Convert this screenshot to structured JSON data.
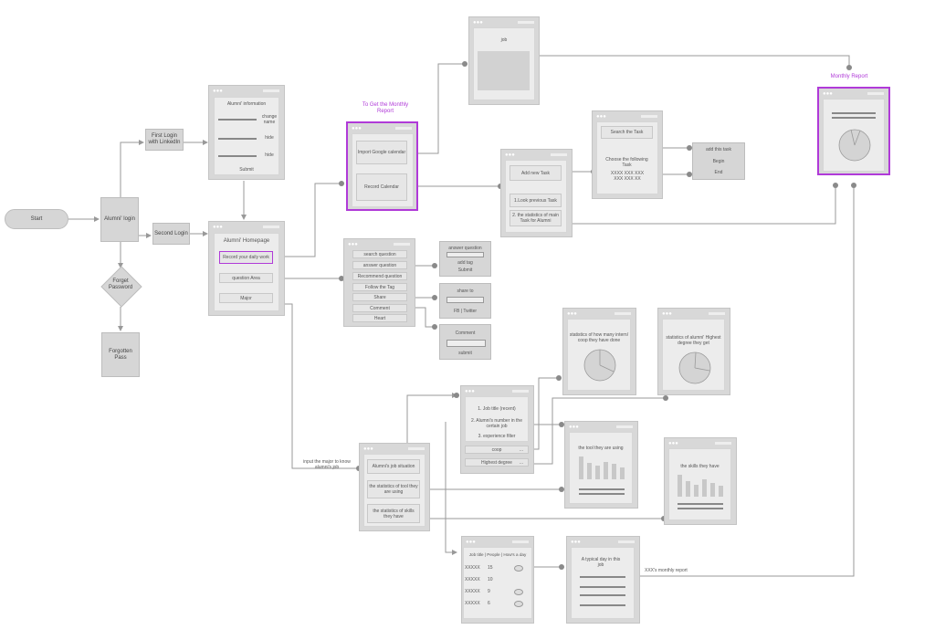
{
  "flow": {
    "start": "Start",
    "alumni_login": "Alumni' login",
    "first_login": "First Login with LinkedIn",
    "second_login": "Second Login",
    "forget_password": "Forget Password",
    "forgotten_pass": "Forgotten Pass"
  },
  "alumni_info": {
    "title": "Alumni' information",
    "rows": [
      "change name",
      "hide",
      "hide"
    ],
    "submit": "Submit"
  },
  "homepage": {
    "title": "Alumni' Homepage",
    "record": "Record your daily work",
    "question_area": "question Area",
    "major": "Major"
  },
  "monthly_get": {
    "label": "To Get the Monthly Report",
    "import": "Import Google calendar",
    "record": "Record Calendar"
  },
  "job": {
    "title": "job"
  },
  "monthly_report": {
    "label": "Monthly Report"
  },
  "task": {
    "add_new": "Add new Task",
    "look_previous": "1.Look previous Task",
    "statistics": "2. the statistics of main Task for Alumni"
  },
  "search_task": {
    "search": "Search the Task",
    "choose": "Choose the following Task",
    "codes": "XXXX  XXX  XXX",
    "codes2": "XXX XXX XX"
  },
  "task_actions": {
    "add": "add this task",
    "begin": "Begin",
    "end": "End"
  },
  "question_menu": {
    "items": [
      "search question",
      "answer question",
      "Recommend question",
      "Follow the Tag",
      "Share",
      "Comment",
      "Heart"
    ]
  },
  "answer_panel": {
    "title": "answer question",
    "add_tag": "add tag",
    "submit": "Submit"
  },
  "share_panel": {
    "title": "share to",
    "targets": "FB | Twitter"
  },
  "comment_panel": {
    "title": "Comment",
    "submit": "submit"
  },
  "major_input": "input the major to know alumni's job",
  "job_situation": {
    "title": "Alumni's job situation",
    "tools": "the statistics of tool they are using",
    "skills": "the statistics of skills they have"
  },
  "job_filters": {
    "items": [
      "1. Job title (recent)",
      "2. Alumni's number in the certain job",
      "3. experience filter"
    ],
    "coop": "coop",
    "highest": "Highest degree",
    "dots": "..."
  },
  "stats_coop": {
    "title": "statistics of how many intern/ coop they have done"
  },
  "stats_degree": {
    "title": "statistics of alumni' Highest degree they get"
  },
  "tool_chart": {
    "title": "the tool they are using"
  },
  "skills_chart": {
    "title": "the skills they  have"
  },
  "job_table": {
    "header": "Job title  |  People |  How's a day",
    "rows": [
      {
        "title": "XXXXX",
        "people": "15"
      },
      {
        "title": "XXXXX",
        "people": "10"
      },
      {
        "title": "XXXXX",
        "people": "9"
      },
      {
        "title": "XXXXX",
        "people": "6"
      }
    ]
  },
  "typical_day": {
    "title": "A typical day in this job"
  },
  "xxx_report": "XXX's  monthly report"
}
